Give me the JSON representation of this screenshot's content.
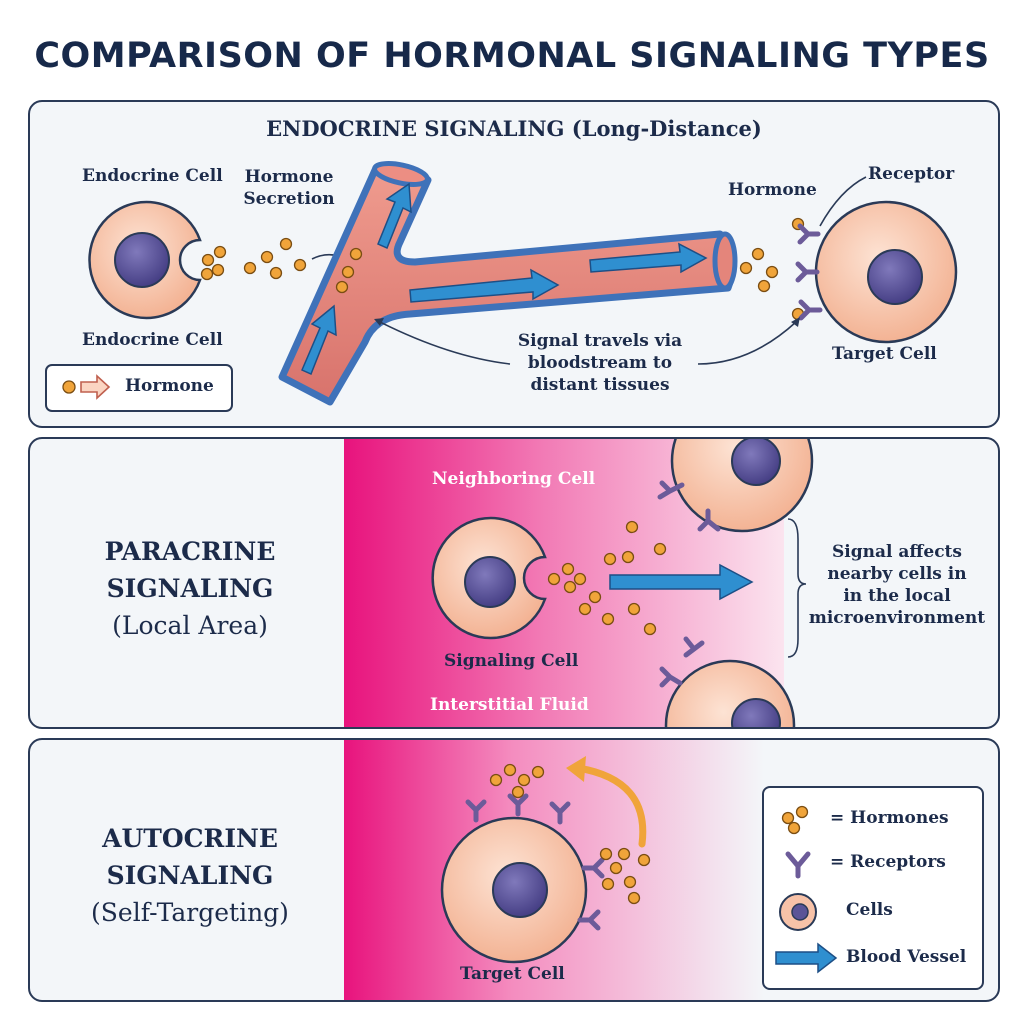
{
  "title": "COMPARISON OF HORMONAL SIGNALING TYPES",
  "endocrine": {
    "heading": "ENDOCRINE SIGNALING (Long-Distance)",
    "endocrine_cell_top": "Endocrine Cell",
    "endocrine_cell_bottom": "Endocrine Cell",
    "hormone_secretion": [
      "Hormone",
      "Secretion"
    ],
    "hormone": "Hormone",
    "receptor": "Receptor",
    "target_cell": "Target Cell",
    "signal_note": [
      "Signal travels via",
      "bloodstream to",
      "distant tissues"
    ],
    "legend_hormone": "Hormone"
  },
  "paracrine": {
    "heading": [
      "PARACRINE",
      "SIGNALING",
      "(Local Area)"
    ],
    "neighboring_cell": "Neighboring Cell",
    "signaling_cell": "Signaling Cell",
    "interstitial_fluid": "Interstitial Fluid",
    "signal_note": [
      "Signal affects",
      "nearby cells in",
      "in the local",
      "microenvironment"
    ]
  },
  "autocrine": {
    "heading": [
      "AUTOCRINE",
      "SIGNALING",
      "(Self-Targeting)"
    ],
    "target_cell": "Target Cell"
  },
  "legend": {
    "hormones": "= Hormones",
    "receptors": "= Receptors",
    "cells": "Cells",
    "blood_vessel": "Blood Vessel"
  },
  "colors": {
    "cell_fill": "#f7c2a8",
    "nucleus": "#5b5497",
    "hormone": "#f0a43a",
    "receptor": "#7a6aa6",
    "vessel": "#e58a80",
    "vessel_border": "#3f72b9",
    "arrow_blue": "#2f8fd0",
    "magenta": "#e6197f",
    "navy": "#1c2b4a"
  },
  "icons": [
    "hormone-dot-icon",
    "receptor-icon",
    "cell-icon",
    "blood-vessel-arrow-icon",
    "feedback-arrow-icon"
  ]
}
